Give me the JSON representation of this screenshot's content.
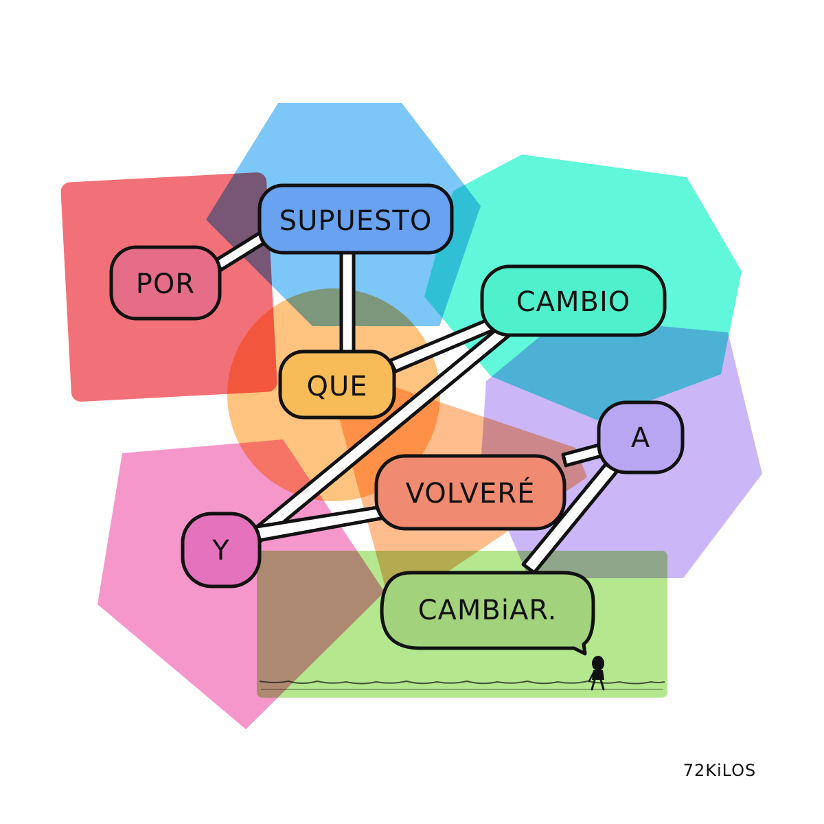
{
  "comic": {
    "words": {
      "por": "POR",
      "supuesto": "SUPUESTO",
      "que": "QUE",
      "cambio": "CAMBIO",
      "y": "Y",
      "volvere": "VOLVERÉ",
      "a": "A",
      "cambiar": "CAMBiAR."
    },
    "signature": "72KiLOS"
  },
  "colors": {
    "red": "#f0505a",
    "blue": "#4ab0f5",
    "cyan": "#38f5d2",
    "purple": "#b79bf6",
    "pink": "#f27abd",
    "orange": "#ff9a2a",
    "green": "#a7e37a",
    "outline": "#111111"
  }
}
